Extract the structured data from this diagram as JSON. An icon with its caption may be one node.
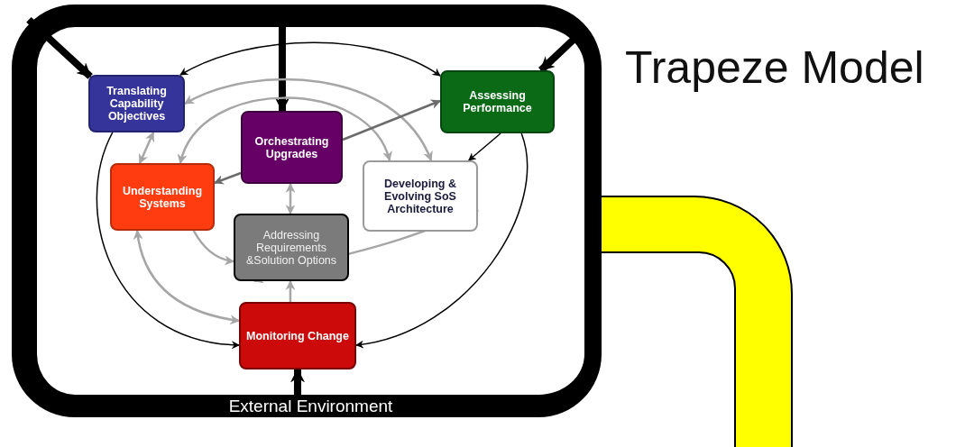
{
  "diagram": {
    "title": "Trapeze Model",
    "nodes": [
      {
        "text": [
          "External Environment"
        ]
      },
      {
        "text": [
          "Translating Capability Objectives"
        ],
        "in": 0
      },
      {
        "text": [
          "Orchestrating Upgrades"
        ],
        "in": 0
      },
      {
        "text": [
          "Assessing Performance"
        ],
        "in": 0
      },
      {
        "text": [
          "Understanding Systems"
        ],
        "in": 0
      },
      {
        "text": [
          "Developing & Evolving SoS Architecture"
        ],
        "in": 0
      },
      {
        "text": [
          "Addressing Requirements &Solution Options"
        ],
        "in": 0
      },
      {
        "text": [
          "Monitoring Change"
        ],
        "in": 0
      }
    ],
    "edges": [
      {
        "from": 0,
        "to": 2,
        "arrow": "to",
        "style": "thick",
        "color": "#000000"
      },
      {
        "from": 0,
        "to": 1,
        "arrow": "to",
        "style": "thick",
        "color": "#000000"
      },
      {
        "from": 0,
        "to": 3,
        "arrow": "to",
        "style": "thick",
        "color": "#000000"
      },
      {
        "from": 0,
        "to": 7,
        "arrow": "to",
        "style": "thick",
        "color": "#000000"
      },
      {
        "from": 1,
        "to": 3,
        "arrow": "both",
        "color": "#000000"
      },
      {
        "from": 3,
        "to": 5,
        "arrow": "to",
        "color": "#000000"
      },
      {
        "from": 1,
        "to": 7,
        "arrow": "to",
        "color": "#000000"
      },
      {
        "from": 3,
        "to": 7,
        "arrow": "to",
        "color": "#000000"
      },
      {
        "from": 1,
        "to": 5,
        "arrow": "both",
        "color": "#a6a6a6"
      },
      {
        "from": 4,
        "to": 5,
        "arrow": "both",
        "color": "#a6a6a6"
      },
      {
        "from": 1,
        "to": 4,
        "arrow": "both",
        "color": "#a6a6a6"
      },
      {
        "from": 2,
        "to": 3,
        "arrow": "to",
        "color": "#6b6b6b"
      },
      {
        "from": 2,
        "to": 4,
        "arrow": "to",
        "color": "#6b6b6b"
      },
      {
        "from": 2,
        "to": 6,
        "arrow": "both",
        "color": "#a6a6a6"
      },
      {
        "from": 4,
        "to": 6,
        "arrow": "to",
        "color": "#a6a6a6"
      },
      {
        "from": 5,
        "to": 6,
        "arrow": "both",
        "color": "#a6a6a6"
      },
      {
        "from": 7,
        "to": 6,
        "arrow": "to",
        "color": "#a6a6a6"
      },
      {
        "from": 4,
        "to": 7,
        "arrow": "both",
        "color": "#a6a6a6"
      }
    ]
  }
}
